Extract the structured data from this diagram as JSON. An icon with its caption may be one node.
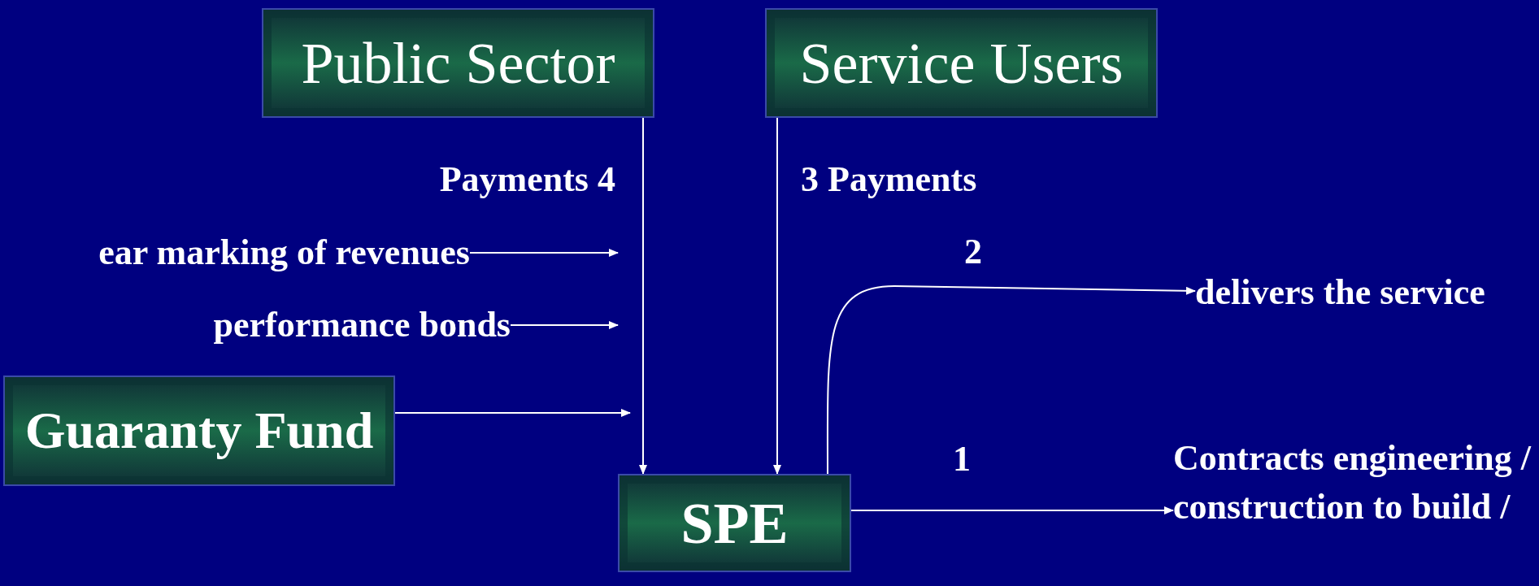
{
  "diagram": {
    "nodes": [
      {
        "text": [
          "Public Sector"
        ]
      },
      {
        "text": [
          "Service Users"
        ]
      },
      {
        "text": [
          "Guaranty Fund"
        ]
      },
      {
        "text": [
          "SPE"
        ]
      },
      {
        "text": [
          "ear marking of revenues"
        ]
      },
      {
        "text": [
          "performance bonds"
        ]
      },
      {
        "text": [
          "delivers the service"
        ]
      },
      {
        "text": [
          "Contracts engineering / construction to build /"
        ]
      }
    ],
    "edges": [
      {
        "from": 0,
        "to": 3,
        "arrow": "to",
        "label": "Payments 4"
      },
      {
        "from": 1,
        "to": 3,
        "arrow": "to",
        "label": "3 Payments"
      },
      {
        "from": 4,
        "to": null,
        "arrow": "to"
      },
      {
        "from": 5,
        "to": null,
        "arrow": "to"
      },
      {
        "from": 2,
        "to": null,
        "arrow": "to"
      },
      {
        "from": 3,
        "to": 6,
        "arrow": "to",
        "label": "2"
      },
      {
        "from": 3,
        "to": 7,
        "arrow": "to",
        "label": "1"
      }
    ]
  }
}
